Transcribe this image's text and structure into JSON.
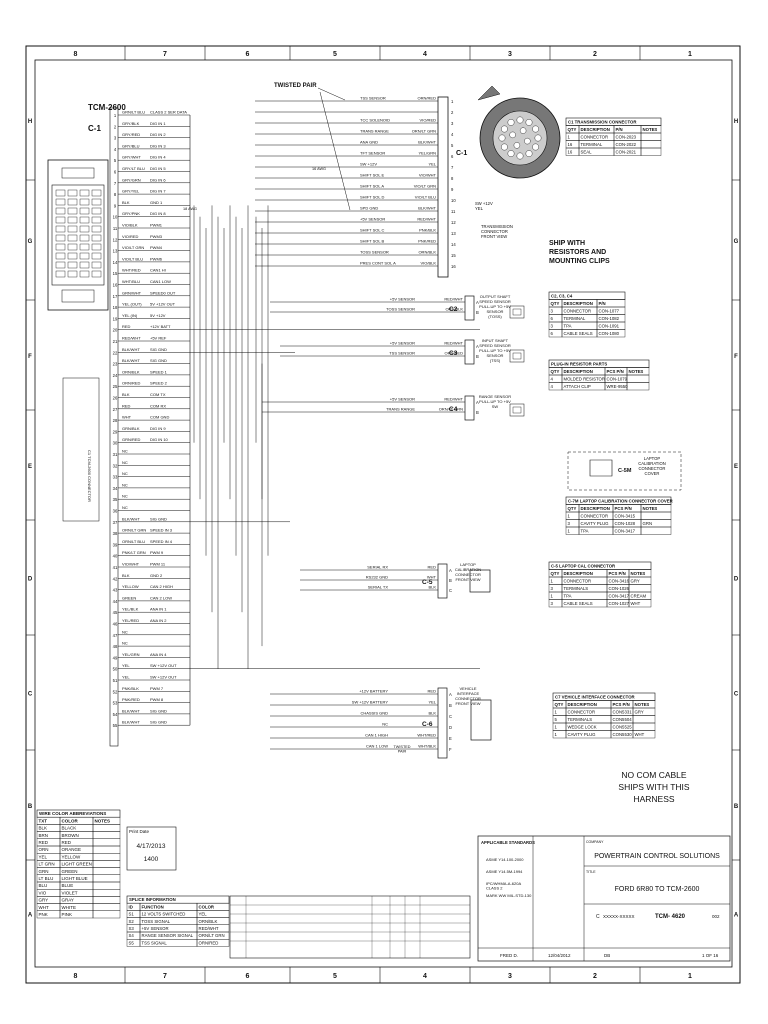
{
  "border": {
    "columns": [
      "8",
      "7",
      "6",
      "5",
      "4",
      "3",
      "2",
      "1"
    ],
    "rows": [
      "H",
      "G",
      "F",
      "E",
      "D",
      "C",
      "B",
      "A"
    ]
  },
  "tcm": {
    "title": "TCM-2600",
    "connector": "C-1",
    "pin_start": 1,
    "pins": [
      {
        "color": "GRN/LT BLU",
        "signal": "CLASS 2 SER DATA"
      },
      {
        "color": "GRY/BLK",
        "signal": "DIG IN 1"
      },
      {
        "color": "GRY/RED",
        "signal": "DIG IN 2"
      },
      {
        "color": "GRY/BLU",
        "signal": "DIG IN 3"
      },
      {
        "color": "GRY/WHT",
        "signal": "DIG IN 4"
      },
      {
        "color": "GRY/LT BLU",
        "signal": "DIG IN 5"
      },
      {
        "color": "GRY/GRN",
        "signal": "DIG IN 6"
      },
      {
        "color": "GRY/YEL",
        "signal": "DIG IN 7"
      },
      {
        "color": "BLK",
        "signal": "GND 1"
      },
      {
        "color": "GRY/PNK",
        "signal": "DIG IN 8"
      },
      {
        "color": "VIO/BLK",
        "signal": "PWM1"
      },
      {
        "color": "VIO/RED",
        "signal": "PWM3"
      },
      {
        "color": "VIO/LT GRN",
        "signal": "PWM4"
      },
      {
        "color": "VIO/LT BLU",
        "signal": "PWM6"
      },
      {
        "color": "WHT/RED",
        "signal": "CAN1 HI"
      },
      {
        "color": "WHT/BLU",
        "signal": "CAN1 LOW"
      },
      {
        "color": "GRN/WHT",
        "signal": "SPEED0 OUT"
      },
      {
        "color": "YEL (OUT)",
        "signal": "5V +12V OUT"
      },
      {
        "color": "YEL (IN)",
        "signal": "5V +12V"
      },
      {
        "color": "RED",
        "signal": "+12V BATT"
      },
      {
        "color": "RED/WHT",
        "signal": "+5V REF"
      },
      {
        "color": "BLK/WHT",
        "signal": "SIG GND"
      },
      {
        "color": "BLK/WHT",
        "signal": "SIG GND"
      },
      {
        "color": "ORN/BLK",
        "signal": "SPEED 1"
      },
      {
        "color": "ORN/RED",
        "signal": "SPEED 2"
      },
      {
        "color": "BLK",
        "signal": "COM TX"
      },
      {
        "color": "RED",
        "signal": "COM RX"
      },
      {
        "color": "WHT",
        "signal": "COM GND"
      },
      {
        "color": "GRN/BLK",
        "signal": "DIG IN 9"
      },
      {
        "color": "GRN/RED",
        "signal": "DIG IN 10"
      },
      {
        "color": "NC",
        "signal": ""
      },
      {
        "color": "NC",
        "signal": ""
      },
      {
        "color": "NC",
        "signal": ""
      },
      {
        "color": "NC",
        "signal": ""
      },
      {
        "color": "NC",
        "signal": ""
      },
      {
        "color": "NC",
        "signal": ""
      },
      {
        "color": "BLK/WHT",
        "signal": "SIG GND"
      },
      {
        "color": "ORN/LT GRN",
        "signal": "SPEED IN 3"
      },
      {
        "color": "ORN/LT BLU",
        "signal": "SPEED IN 4"
      },
      {
        "color": "PNK/LT GRN",
        "signal": "PWM 9"
      },
      {
        "color": "VIO/WHT",
        "signal": "PWM 11"
      },
      {
        "color": "BLK",
        "signal": "GND 2"
      },
      {
        "color": "YELLOW",
        "signal": "CAN 2 HIGH"
      },
      {
        "color": "GREEN",
        "signal": "CAN 2 LOW"
      },
      {
        "color": "YEL/BLK",
        "signal": "ANA IN 1"
      },
      {
        "color": "YEL/RED",
        "signal": "ANA IN 2"
      },
      {
        "color": "NC",
        "signal": ""
      },
      {
        "color": "NC",
        "signal": ""
      },
      {
        "color": "YEL/GRN",
        "signal": "ANA IN 4"
      },
      {
        "color": "YEL",
        "signal": "SW +12V OUT"
      },
      {
        "color": "YEL",
        "signal": "SW +12V OUT"
      },
      {
        "color": "PNK/BLK",
        "signal": "PWM 7"
      },
      {
        "color": "PNK/RED",
        "signal": "PWM 8"
      },
      {
        "color": "BLK/WHT",
        "signal": "SIG GND"
      },
      {
        "color": "BLK/WHT",
        "signal": "SIG GND"
      }
    ]
  },
  "annotations": {
    "twisted_pair": "TWISTED PAIR",
    "awg18": "18 AWG",
    "awg16": "16 AWG",
    "ship_with": "SHIP WITH\nRESISTORS AND\nMOUNTING CLIPS",
    "no_com": "NO COM CABLE\nSHIPS WITH THIS\nHARNESS",
    "sw12_yel": "SW +12V\nYEL",
    "front_view": "TRANSMISSION\nCONNECTOR\nFRONT VIEW",
    "twisted_pair_small": "TWISTED\nPAIR"
  },
  "c1_trans": {
    "label": "C-1",
    "pins": [
      {
        "n": "1",
        "signal": "TSS SENSOR",
        "color": "ORN/RED"
      },
      {
        "n": "2",
        "signal": "",
        "color": ""
      },
      {
        "n": "3",
        "signal": "TCC SOLENOID",
        "color": "VIO/RED"
      },
      {
        "n": "4",
        "signal": "TRANS RANGE",
        "color": "ORN/LT GRN"
      },
      {
        "n": "5",
        "signal": "ANA GND",
        "color": "BLK/WHT"
      },
      {
        "n": "6",
        "signal": "TFT SENSOR",
        "color": "YEL/GRN"
      },
      {
        "n": "7",
        "signal": "SW +12V",
        "color": "YEL"
      },
      {
        "n": "8",
        "signal": "SHIFT SOL E",
        "color": "VIO/WHT"
      },
      {
        "n": "9",
        "signal": "SHIFT SOL A",
        "color": "VIO/LT GRN"
      },
      {
        "n": "10",
        "signal": "SHIFT SOL D",
        "color": "VIO/LT BLU"
      },
      {
        "n": "11",
        "signal": "SPD GND",
        "color": "BLK/WHT"
      },
      {
        "n": "12",
        "signal": "+5V SENSOR",
        "color": "RED/WHT"
      },
      {
        "n": "13",
        "signal": "SHIFT SOL C",
        "color": "PNK/BLK"
      },
      {
        "n": "14",
        "signal": "SHIFT SOL B",
        "color": "PNK/RED"
      },
      {
        "n": "15",
        "signal": "TOSS SENSOR",
        "color": "ORN/BLK"
      },
      {
        "n": "16",
        "signal": "PRES CONT SOL A",
        "color": "VIO/BLK"
      }
    ]
  },
  "c2": {
    "label": "C2",
    "pins": [
      {
        "n": "A",
        "signal": "+5V SENSOR",
        "color": "RED/WHT"
      },
      {
        "n": "B",
        "signal": "TOSS SENSOR",
        "color": "ORN/BLK"
      }
    ],
    "desc": "OUTPUT SHAFT\nSPEED SENSOR\nPULL-UP TO +5V\nSENSOR\n(TOSS)"
  },
  "c3": {
    "label": "C3",
    "pins": [
      {
        "n": "A",
        "signal": "+5V SENSOR",
        "color": "RED/WHT"
      },
      {
        "n": "B",
        "signal": "TSS SENSOR",
        "color": "ORN/RED"
      }
    ],
    "desc": "INPUT SHAFT\nSPEED SENSOR\nPULL-UP TO +5V\nSENSOR\n(TSS)"
  },
  "c4": {
    "label": "C4",
    "pins": [
      {
        "n": "A",
        "signal": "+5V SENSOR",
        "color": "RED/WHT"
      },
      {
        "n": "B",
        "signal": "TRANS RANGE",
        "color": "ORN/LT GRN"
      }
    ],
    "desc": "RANGE SENSOR\nPULL-UP TO +5V\nSW"
  },
  "c5": {
    "label": "C-5",
    "pins": [
      {
        "n": "A",
        "signal": "SERIAL RX",
        "color": "RED"
      },
      {
        "n": "B",
        "signal": "RS232 GND",
        "color": "WHT"
      },
      {
        "n": "C",
        "signal": "SERIAL TX",
        "color": "BLK"
      }
    ],
    "desc": "LAPTOP\nCALIBRATION\nCONNECTOR\nFRONT VIEW"
  },
  "c6": {
    "label": "C-6",
    "pins": [
      {
        "n": "A",
        "signal": "+12V BATTERY",
        "color": "RED"
      },
      {
        "n": "B",
        "signal": "SW +12V BATTERY",
        "color": "YEL"
      },
      {
        "n": "C",
        "signal": "CHASSIS GND",
        "color": "BLK"
      },
      {
        "n": "D",
        "signal": "NC",
        "color": ""
      },
      {
        "n": "E",
        "signal": "CAN 1 HIGH",
        "color": "WHT/RED"
      },
      {
        "n": "F",
        "signal": "CAN 1 LOW",
        "color": "WHT/BLK"
      }
    ],
    "desc": "VEHICLE\nINTERFACE\nCONNECTOR\nFRONT VIEW"
  },
  "c5m": {
    "label": "C-5M",
    "desc": "LAPTOP\nCALIBRATION\nCONNECTOR\nCOVER"
  },
  "tables": {
    "c1_trans": {
      "title": "C1 TRANSMISSION CONNECTOR",
      "headers": [
        "QTY",
        "DESCRIPTION",
        "P/N",
        "NOTES"
      ],
      "rows": [
        [
          "1",
          "CONNECTOR",
          "CON-2023",
          ""
        ],
        [
          "16",
          "TERMINAL",
          "CON-2022",
          ""
        ],
        [
          "16",
          "SEAL",
          "CON-2021",
          ""
        ]
      ]
    },
    "c234": {
      "title": "C2, C3, C4",
      "headers": [
        "QTY",
        "DESCRIPTION",
        "P/N"
      ],
      "rows": [
        [
          "3",
          "CONNECTOR",
          "CON-1077"
        ],
        [
          "6",
          "TERMINAL",
          "CON-1082"
        ],
        [
          "3",
          "TPA",
          "CON-1091"
        ],
        [
          "6",
          "CABLE SEALS",
          "CON-1080"
        ]
      ]
    },
    "resistor": {
      "title": "PLUG-IN RESISTOR PARTS",
      "headers": [
        "QTY",
        "DESCRIPTION",
        "PCS P/N",
        "NOTES"
      ],
      "rows": [
        [
          "4",
          "MOLDED RESISTOR",
          "CON-1079",
          ""
        ],
        [
          "4",
          "ATTACH CLIP",
          "WRE-9550",
          ""
        ]
      ]
    },
    "c7m": {
      "title": "C-7M LAPTOP CALIBRATION CONNECTOR COVER",
      "headers": [
        "QTY",
        "DESCRIPTION",
        "PCS P/N",
        "NOTES"
      ],
      "rows": [
        [
          "1",
          "CONNECTOR",
          "CON-3415",
          ""
        ],
        [
          "3",
          "CAVITY PLUG",
          "CON-1028",
          "GRN"
        ],
        [
          "1",
          "TPA",
          "CON-3417",
          ""
        ]
      ]
    },
    "c5": {
      "title": "C-5 LAPTOP CAL CONNECTOR",
      "headers": [
        "QTY",
        "DESCRIPTION",
        "PCS P/N",
        "NOTES"
      ],
      "rows": [
        [
          "1",
          "CONNECTOR",
          "CON-3416",
          "GRY"
        ],
        [
          "3",
          "TERMINALS",
          "CON-1026",
          ""
        ],
        [
          "1",
          "TPA",
          "CON-3417",
          "CREAM"
        ],
        [
          "3",
          "CABLE SEALS",
          "CON-1027",
          "WHT"
        ]
      ]
    },
    "c7": {
      "title": "C7 VEHICLE INTERFACE CONNECTOR",
      "headers": [
        "QTY",
        "DESCRIPTION",
        "PCS P/N",
        "NOTES"
      ],
      "rows": [
        [
          "1",
          "CONNECTOR",
          "CON5331",
          "GRY"
        ],
        [
          "5",
          "TERMINALS",
          "CON5504",
          ""
        ],
        [
          "1",
          "WEDGE LOCK",
          "CON5525",
          ""
        ],
        [
          "1",
          "CAVITY PLUG",
          "CON5530",
          "WHT"
        ]
      ]
    },
    "wire_colors": {
      "title": "WIRE COLOR ABBREVIATIONS",
      "headers": [
        "TXT",
        "COLOR",
        "NOTES"
      ],
      "rows": [
        [
          "BLK",
          "BLACK",
          ""
        ],
        [
          "BRN",
          "BROWN",
          ""
        ],
        [
          "RED",
          "RED",
          ""
        ],
        [
          "ORN",
          "ORANGE",
          ""
        ],
        [
          "YEL",
          "YELLOW",
          ""
        ],
        [
          "LT GRN",
          "LIGHT GREEN",
          ""
        ],
        [
          "GRN",
          "GREEN",
          ""
        ],
        [
          "LT BLU",
          "LIGHT BLUE",
          ""
        ],
        [
          "BLU",
          "BLUE",
          ""
        ],
        [
          "VIO",
          "VIOLET",
          ""
        ],
        [
          "GRY",
          "GRAY",
          ""
        ],
        [
          "WHT",
          "WHITE",
          ""
        ],
        [
          "PNK",
          "PINK",
          ""
        ]
      ]
    },
    "splice": {
      "title": "SPLICE INFORMATION",
      "headers": [
        "ID",
        "FUNCTION",
        "COLOR"
      ],
      "rows": [
        [
          "S1",
          "12 VOLTS SWITCHED",
          "YEL"
        ],
        [
          "S2",
          "TOSS SIGNAL",
          "ORN/BLK"
        ],
        [
          "S3",
          "+5V SENSOR",
          "RED/WHT"
        ],
        [
          "S4",
          "RANGE SENSOR SIGNAL",
          "ORN/LT GRN"
        ],
        [
          "S5",
          "TSS SIGNAL",
          "ORN/RED"
        ]
      ]
    }
  },
  "print_date": {
    "label": "Print Date",
    "date": "4/17/2013",
    "time": "1400"
  },
  "standards": {
    "title": "APPLICABLE STANDARDS",
    "items": [
      "ASME Y14.100-2000",
      "ASME Y14.5M-1994",
      "IPC/WHMA-A-620A\nCLASS 2",
      "MARK WW MIL-STD-130"
    ]
  },
  "title_block": {
    "company_label": "COMPANY",
    "company": "POWERTRAIN CONTROL SOLUTIONS",
    "title_label": "TITLE",
    "title": "FORD 6R80 TO TCM-2600",
    "part_no": "TCM- 4620",
    "size": "C",
    "customer_no": "XXXXX-XXXXX",
    "rev": "002",
    "drawn": "FRED D.",
    "date": "12/04/2012",
    "approved": "DB",
    "sheet": "1 OF 16"
  }
}
